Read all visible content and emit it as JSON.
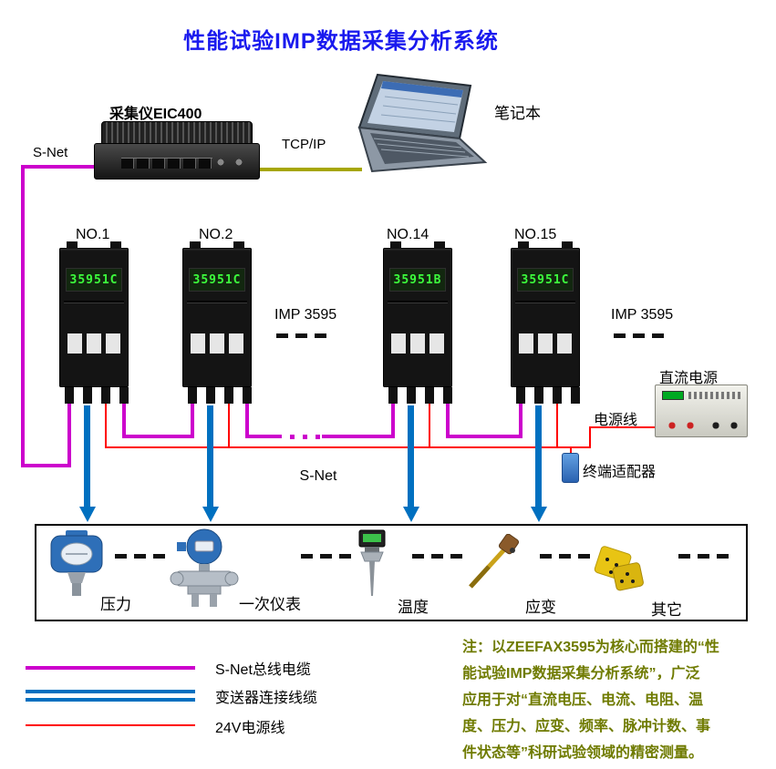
{
  "title": "性能试验IMP数据采集分析系统",
  "top": {
    "collector_label": "采集仪EIC400",
    "snet_label": "S-Net",
    "tcpip_label": "TCP/IP",
    "laptop_label": "笔记本"
  },
  "imp_row": {
    "units": [
      {
        "name": "NO.1",
        "display": "35951C"
      },
      {
        "name": "NO.2",
        "display": "35951C"
      },
      {
        "name": "NO.14",
        "display": "35951B"
      },
      {
        "name": "NO.15",
        "display": "35951C"
      }
    ],
    "model_mid": "IMP 3595",
    "model_right": "IMP 3595"
  },
  "power": {
    "dc_label": "直流电源",
    "line_label": "电源线",
    "adapter_label": "终端适配器"
  },
  "bus_label": "S-Net",
  "sensor_box": {
    "labels": [
      "压力",
      "一次仪表",
      "温度",
      "应变",
      "其它"
    ]
  },
  "legend": {
    "items": [
      {
        "label": "S-Net总线电缆"
      },
      {
        "label": "变送器连接线缆"
      },
      {
        "label": "24V电源线"
      }
    ]
  },
  "note": {
    "lines": [
      "注：以ZEEFAX3595为核心而搭建的“性",
      "能试验IMP数据采集分析系统”，广泛",
      "应用于对“直流电压、电流、电阻、温",
      "度、压力、应变、频率、脉冲计数、事",
      "件状态等”科研试验领域的精密测量。"
    ]
  },
  "colors": {
    "snet_bus": "#cc00cc",
    "transmitter_cable": "#0070c0",
    "power_24v": "#ff0000",
    "tcpip_cable": "#a6a600",
    "title_text": "#1a1aee",
    "note_text": "#6f7b00",
    "display_text": "#3dff3d"
  }
}
